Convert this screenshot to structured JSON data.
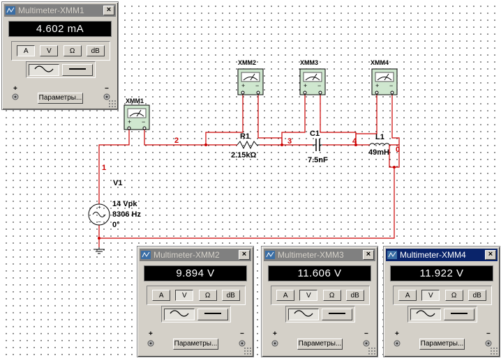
{
  "colors": {
    "wire": "#cc0000",
    "active_title": "#0a246a",
    "inactive_title": "#808080"
  },
  "circuit": {
    "source": {
      "name": "V1",
      "amplitude": "14 Vpk",
      "frequency": "8306 Hz",
      "phase": "0°"
    },
    "resistor": {
      "name": "R1",
      "value": "2.15kΩ"
    },
    "capacitor": {
      "name": "C1",
      "value": "7.5nF"
    },
    "inductor": {
      "name": "L1",
      "value": "49mH"
    },
    "nodes": [
      "1",
      "2",
      "3",
      "4",
      "0"
    ],
    "instruments": [
      "XMM1",
      "XMM2",
      "XMM3",
      "XMM4"
    ],
    "meter_polarity": {
      "plus": "+",
      "minus": "−"
    }
  },
  "multimeters": {
    "xmm1": {
      "title": "Multimeter-XMM1",
      "reading": "4.602 mA",
      "mode": "A",
      "waveform": "ac",
      "param_label": "Параметры...",
      "close": "×"
    },
    "xmm2": {
      "title": "Multimeter-XMM2",
      "reading": "9.894 V",
      "mode": "V",
      "waveform": "ac",
      "param_label": "Параметры...",
      "close": "×"
    },
    "xmm3": {
      "title": "Multimeter-XMM3",
      "reading": "11.606 V",
      "mode": "V",
      "waveform": "ac",
      "param_label": "Параметры...",
      "close": "×"
    },
    "xmm4": {
      "title": "Multimeter-XMM4",
      "reading": "11.922 V",
      "mode": "V",
      "waveform": "ac",
      "param_label": "Параметры...",
      "close": "×",
      "active": true
    }
  },
  "mode_buttons": {
    "a": "A",
    "v": "V",
    "ohm": "Ω",
    "db": "dB"
  },
  "polarity": {
    "plus": "+",
    "minus": "−"
  },
  "icons": {
    "wave": "ac-sine-icon",
    "dc": "dc-line-icon",
    "terminal": "terminal-jack-icon",
    "app": "multisim-app-icon"
  }
}
